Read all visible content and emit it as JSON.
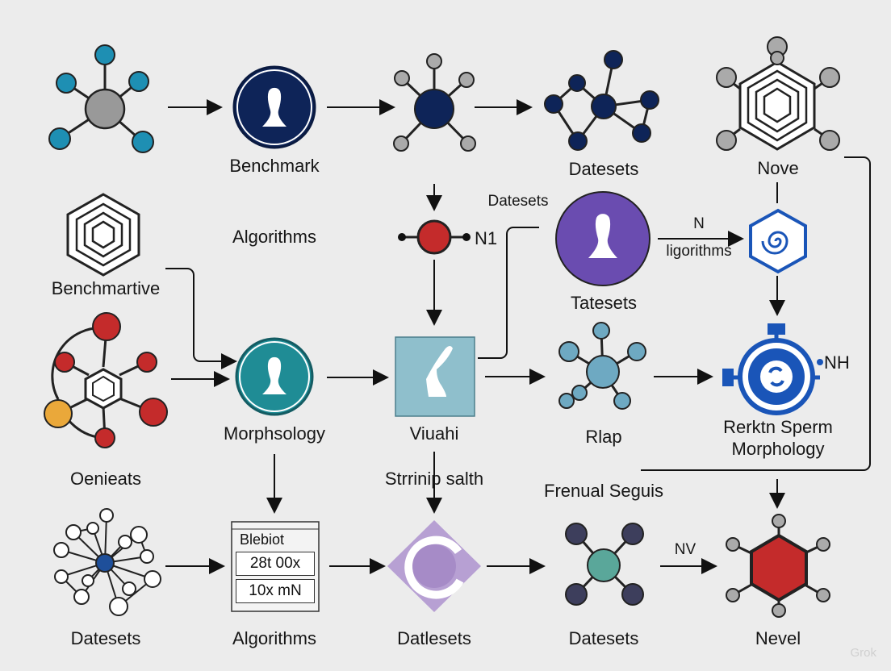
{
  "labels": {
    "benchmark": "Benchmark",
    "datesets_top": "Datesets",
    "nove": "Nove",
    "algorithms_mid": "Algorithms",
    "datesets_float": "Datesets",
    "n1": "N1",
    "n_arrow": "N",
    "ligorithms": "ligorithms",
    "tatesets": "Tatesets",
    "benchmartive": "Benchmartive",
    "morphsology": "Morphsology",
    "viuahi": "Viuahi",
    "rlap": "Rlap",
    "nh": "NH",
    "rerktn_line1": "Rerktn Sperm",
    "rerktn_line2": "Morphology",
    "oenieats": "Oenieats",
    "strrinip": "Strrinip salth",
    "frenual": "Frenual Seguis",
    "datesets_bl": "Datesets",
    "algorithms_bottom": "Algorithms",
    "datlesets": "Datlesets",
    "datesets_bottom": "Datesets",
    "nv": "NV",
    "nevel": "Nevel"
  },
  "table_box": {
    "header": "Blebiot",
    "row1": "28t 00x",
    "row2": "10x mN"
  },
  "watermark": "Grok",
  "colors": {
    "navy": "#0e2458",
    "teal": "#1f8c95",
    "blue_node": "#1e7fb0",
    "red": "#c42b2b",
    "purple": "#6a4cb0",
    "light_purple": "#b7a0d3",
    "royal_blue": "#1a55b8",
    "gray": "#9a9a9a",
    "yellow": "#eaa83a",
    "light_teal_box": "#8fbfcc"
  }
}
